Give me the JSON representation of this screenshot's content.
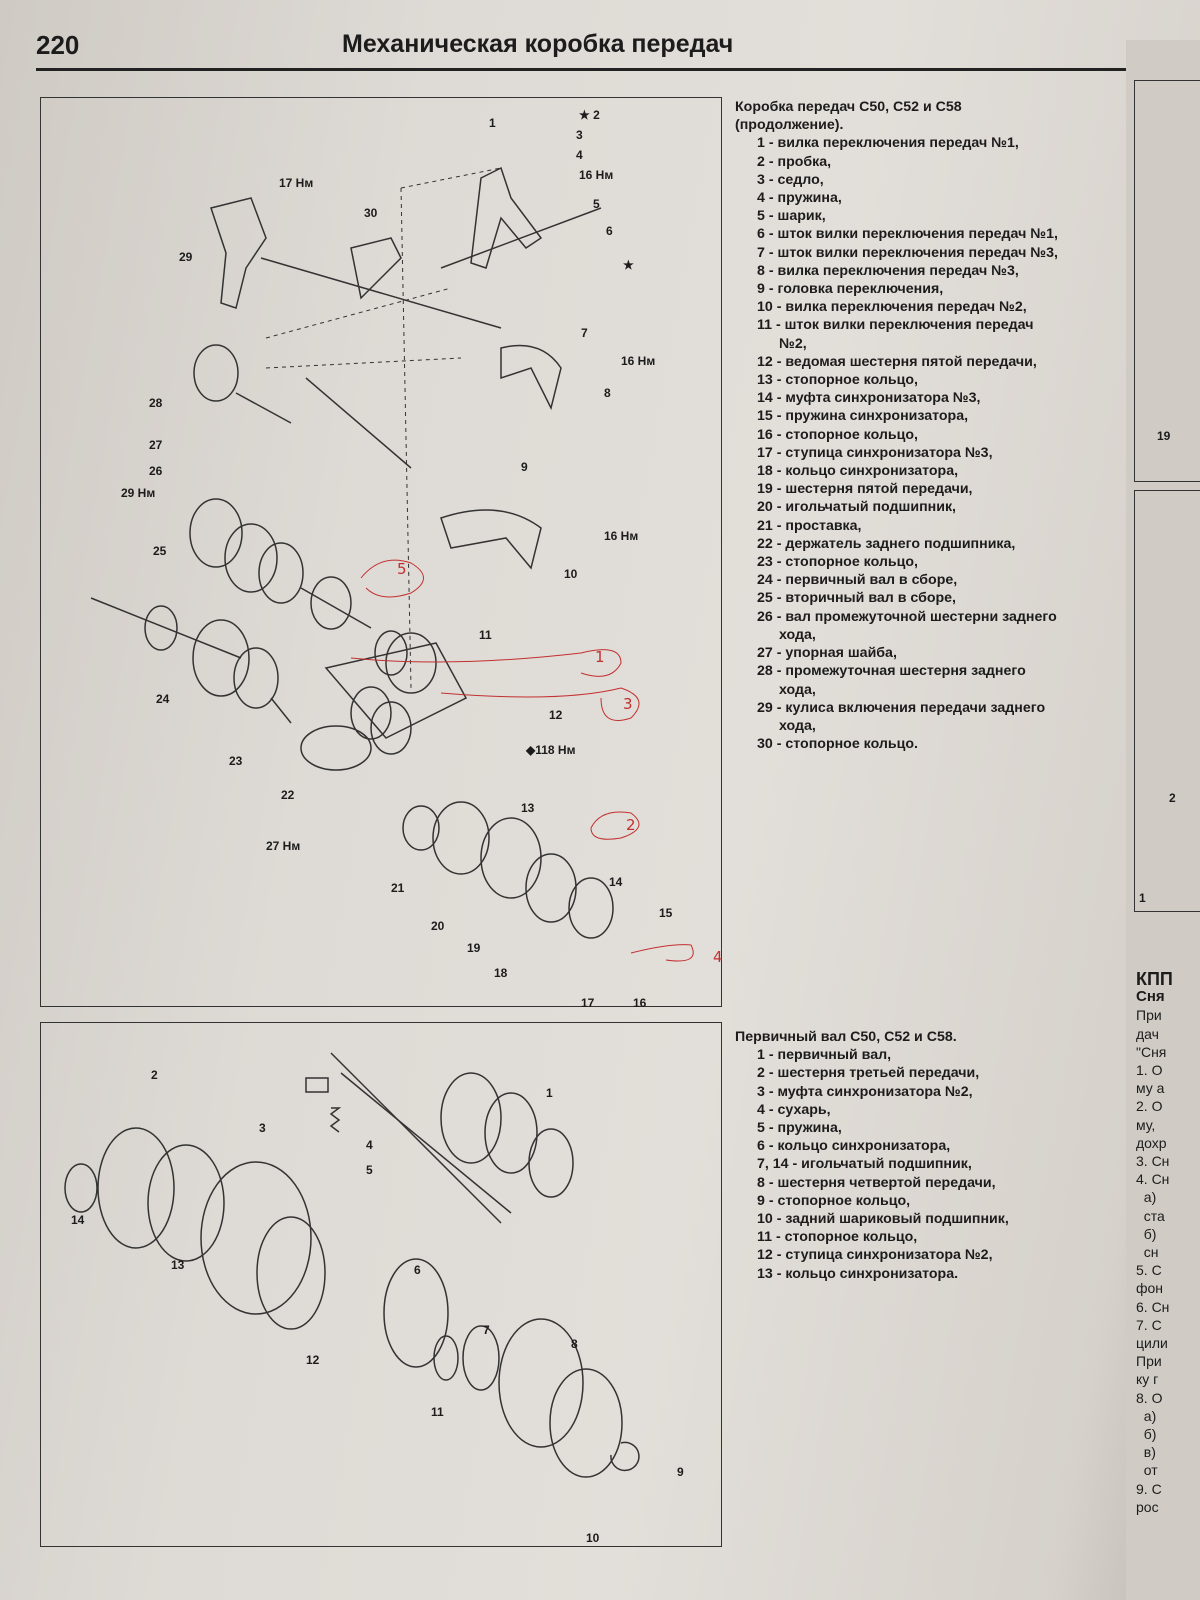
{
  "header": {
    "page_number": "220",
    "title": "Механическая коробка передач"
  },
  "figure1": {
    "callouts": [
      "★ 2",
      "3",
      "4",
      "16 Нм",
      "5",
      "6",
      "★",
      "1",
      "17 Нм",
      "30",
      "29",
      "7",
      "16 Нм",
      "8",
      "28",
      "27",
      "26",
      "29 Нм",
      "9",
      "16 Нм",
      "25",
      "10",
      "11",
      "24",
      "12",
      "◆118 Нм",
      "23",
      "22",
      "13",
      "27 Нм",
      "14",
      "15",
      "21",
      "20",
      "19",
      "18",
      "17",
      "16"
    ],
    "handwritten": [
      "5",
      "1",
      "3",
      "2",
      "4"
    ]
  },
  "legend1": {
    "title": "Коробка передач С50, С52 и С58 (продолжение).",
    "items": [
      "1 - вилка переключения передач №1,",
      "2 - пробка,",
      "3 - седло,",
      "4 - пружина,",
      "5 - шарик,",
      "6 - шток вилки переключения передач №1,",
      "7 - шток вилки переключения передач №3,",
      "8 - вилка переключения передач №3,",
      "9 - головка переключения,",
      "10 - вилка переключения передач №2,",
      "11 - шток вилки переключения передач №2,",
      "12 - ведомая шестерня пятой передачи,",
      "13 - стопорное кольцо,",
      "14 - муфта синхронизатора №3,",
      "15 - пружина синхронизатора,",
      "16 - стопорное кольцо,",
      "17 - ступица синхронизатора №3,",
      "18 - кольцо синхронизатора,",
      "19 - шестерня пятой передачи,",
      "20 - игольчатый подшипник,",
      "21 - проставка,",
      "22 - держатель заднего подшипника,",
      "23 - стопорное кольцо,",
      "24 - первичный вал в сборе,",
      "25 - вторичный вал в сборе,",
      "26 - вал промежуточной шестерни заднего хода,",
      "27 - упорная шайба,",
      "28 - промежуточная шестерня заднего хода,",
      "29 - кулиса включения передачи заднего хода,",
      "30 - стопорное кольцо."
    ]
  },
  "figure2": {
    "callouts": [
      "2",
      "1",
      "3",
      "4",
      "5",
      "14",
      "13",
      "6",
      "12",
      "7",
      "8",
      "11",
      "9",
      "10"
    ]
  },
  "legend2": {
    "title": "Первичный вал С50, С52 и С58.",
    "items": [
      "1 - первичный вал,",
      "2 - шестерня третьей передачи,",
      "3 - муфта синхронизатора №2,",
      "4 - сухарь,",
      "5 - пружина,",
      "6 - кольцо синхронизатора,",
      "7, 14 - игольчатый подшипник,",
      "8 - шестерня четвертой передачи,",
      "9 - стопорное кольцо,",
      "10 - задний шариковый подшипник,",
      "11 - стопорное кольцо,",
      "12 - ступица синхронизатора №2,",
      "13 - кольцо синхронизатора."
    ]
  },
  "next_page": {
    "fig_label_a": "19",
    "fig_label_b": "2",
    "fig_label_c": "1",
    "lines": [
      "КПП",
      "Сня",
      "При",
      "дач",
      "\"Сня",
      "1. О",
      "му а",
      "2. О",
      "му, ",
      "дохр",
      "3. Сн",
      "4. Сн",
      "  а)",
      "  ста",
      "  б)",
      "  сн",
      "5. С",
      "фон",
      "6. Сн",
      "7. С",
      "цили",
      "При",
      "ку г",
      "8. О",
      "  а)",
      "  б)",
      "  в)",
      "  от",
      "9. С",
      "рос"
    ]
  }
}
